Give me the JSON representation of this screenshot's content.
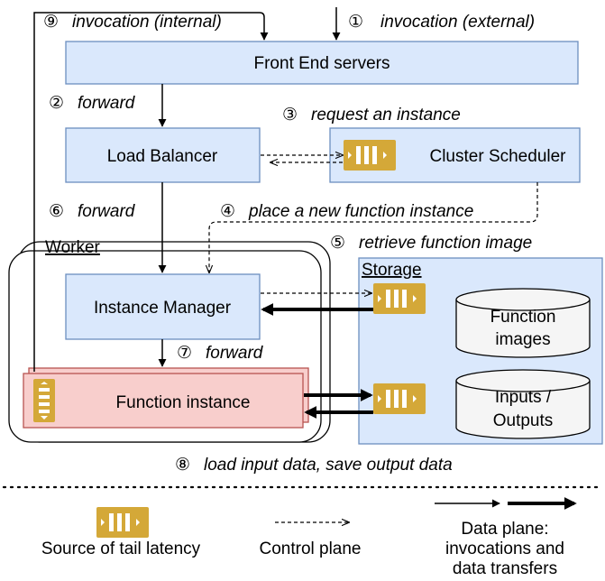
{
  "steps": {
    "s9": {
      "num": "⑨",
      "text": "invocation (internal)"
    },
    "s1": {
      "num": "①",
      "text": "invocation (external)"
    },
    "s2": {
      "num": "②",
      "text": "forward"
    },
    "s3": {
      "num": "③",
      "text": "request an instance"
    },
    "s4": {
      "num": "④",
      "text": "place a new function instance"
    },
    "s5": {
      "num": "⑤",
      "text": "retrieve function image"
    },
    "s6": {
      "num": "⑥",
      "text": "forward"
    },
    "s7": {
      "num": "⑦",
      "text": "forward"
    },
    "s8": {
      "num": "⑧",
      "text": "load input data, save output data"
    }
  },
  "nodes": {
    "front_end": "Front End servers",
    "load_balancer": "Load Balancer",
    "cluster_scheduler": "Cluster Scheduler",
    "worker": "Worker",
    "instance_manager": "Instance Manager",
    "function_instance": "Function instance",
    "storage": "Storage",
    "function_images": [
      "Function",
      "images"
    ],
    "inputs_outputs": [
      "Inputs /",
      "Outputs"
    ]
  },
  "legend": {
    "tail_latency": "Source of tail latency",
    "control_plane": "Control plane",
    "data_plane": [
      "Data plane:",
      "invocations and",
      "data transfers"
    ]
  },
  "colors": {
    "blue_fill": "#dae8fc",
    "blue_stroke": "#6c8ebf",
    "red_fill": "#f8cecc",
    "red_stroke": "#b85450",
    "queue_fill": "#d4a838",
    "db_fill": "#f5f5f5"
  }
}
